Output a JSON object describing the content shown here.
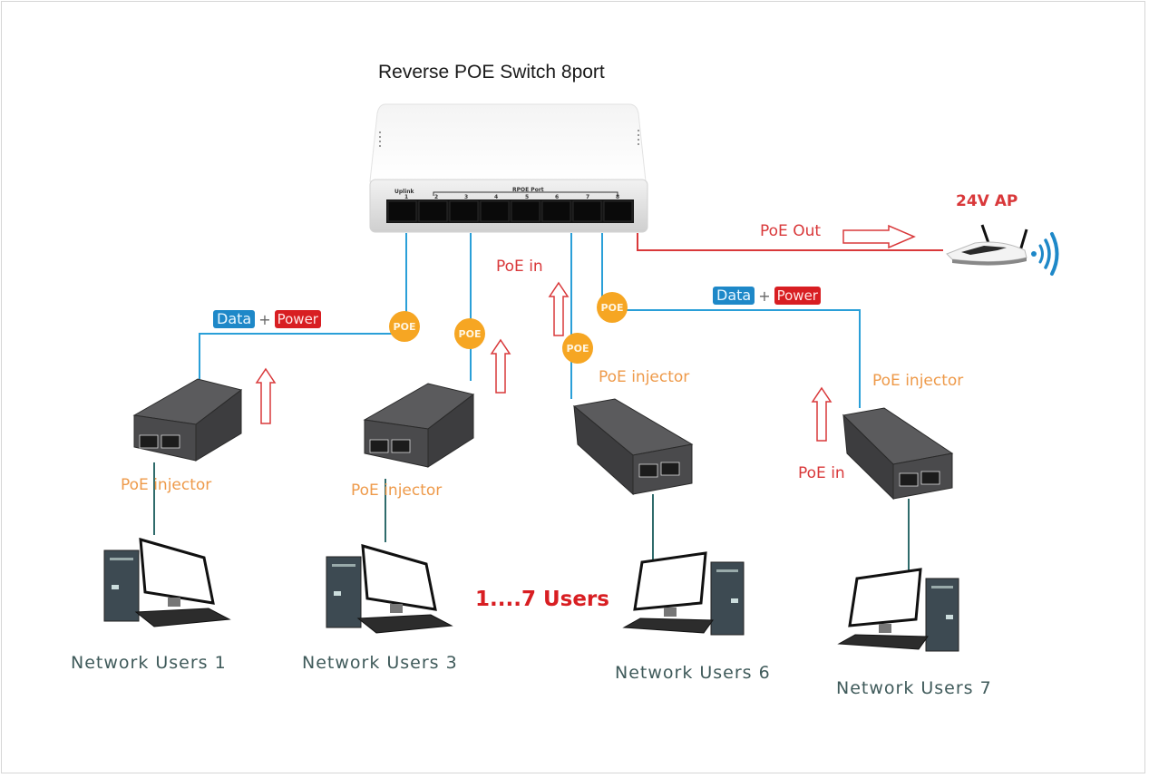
{
  "title": "Reverse POE Switch 8port",
  "switch": {
    "uplink_label": "Uplink",
    "rpoe_label": "RPOE Port",
    "port_numbers": [
      "1",
      "2",
      "3",
      "4",
      "5",
      "6",
      "7",
      "8"
    ]
  },
  "labels": {
    "poe_out": "PoE Out",
    "poe_in": "PoE in",
    "ap": "24V AP",
    "users_count": "1....7 Users",
    "poe_badge": "POE",
    "data": "Data",
    "plus": "+",
    "power": "Power"
  },
  "injectors": [
    {
      "label": "PoE injector"
    },
    {
      "label": "PoE injector"
    },
    {
      "label": "PoE injector"
    },
    {
      "label": "PoE injector"
    }
  ],
  "users": [
    {
      "label": "Network Users 1"
    },
    {
      "label": "Network Users 3"
    },
    {
      "label": "Network Users 6"
    },
    {
      "label": "Network Users 7"
    }
  ],
  "colors": {
    "data_line": "#2a9fd8",
    "power_line": "#d9383a",
    "poe_badge": "#f6a623",
    "injector_body": "#4a4a4c",
    "user_line": "#2f6b6b"
  }
}
